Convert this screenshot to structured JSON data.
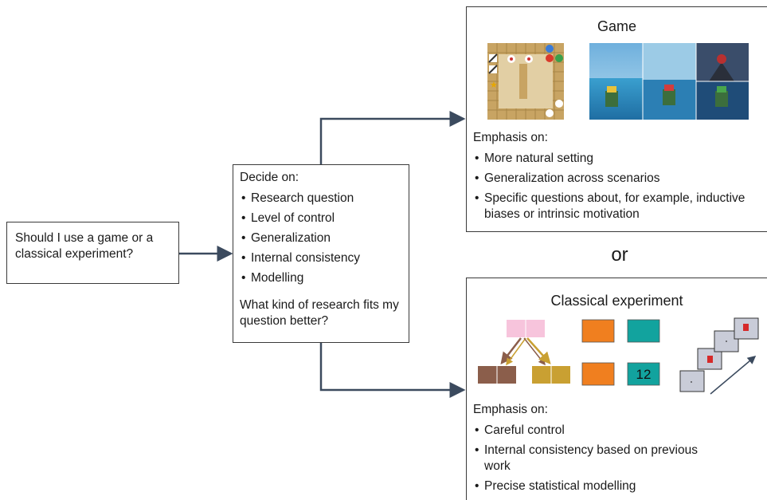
{
  "question_box": {
    "text": "Should I use a game or a classical experiment?"
  },
  "decide_box": {
    "heading": "Decide on:",
    "items": [
      "Research question",
      "Level of control",
      "Generalization",
      "Internal consistency",
      "Modelling"
    ],
    "question": "What kind of research fits my question better?"
  },
  "game_panel": {
    "title": "Game",
    "emphasis_heading": "Emphasis on:",
    "items": [
      "More natural setting",
      "Generalization across scenarios",
      "Specific questions about, for example, inductive biases or intrinsic motivation"
    ]
  },
  "or_label": "or",
  "classical_panel": {
    "title": "Classical experiment",
    "emphasis_heading": "Emphasis on:",
    "items": [
      "Careful control",
      "Internal consistency based on previous work",
      "Precise statistical modelling"
    ],
    "stimulus_number": "12"
  },
  "colors": {
    "arrow": "#3b4a5e",
    "pink": "#f7c4dc",
    "brown": "#8b5e4b",
    "gold": "#c9a032",
    "orange": "#f07f1f",
    "teal": "#12a39e",
    "card": "#c9ccd8",
    "red_square": "#d62a2a",
    "sea": "#3a9fcf"
  }
}
